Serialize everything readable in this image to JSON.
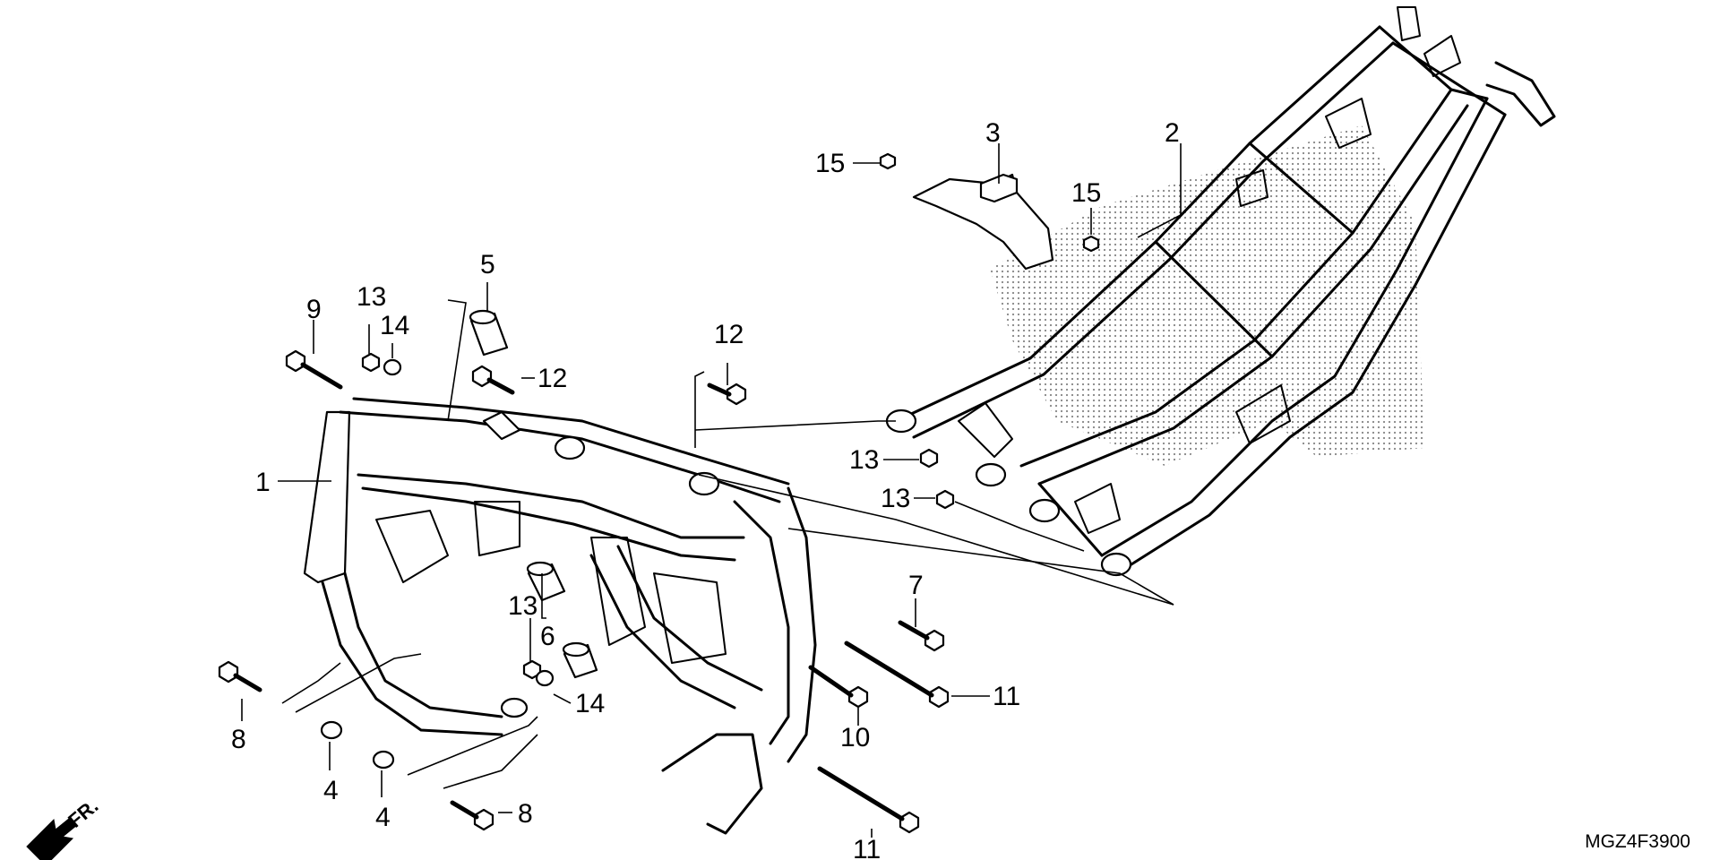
{
  "diagram": {
    "callouts": {
      "c1": "1",
      "c2": "2",
      "c3": "3",
      "c4a": "4",
      "c4b": "4",
      "c5": "5",
      "c6": "6",
      "c7": "7",
      "c8a": "8",
      "c8b": "8",
      "c9": "9",
      "c10": "10",
      "c11a": "11",
      "c11b": "11",
      "c12a": "12",
      "c12b": "12",
      "c13a": "13",
      "c13b": "13",
      "c13c": "13",
      "c13d": "13",
      "c14a": "14",
      "c14b": "14",
      "c15a": "15",
      "c15b": "15"
    },
    "front_label": "FR.",
    "diagram_code": "MGZ4F3900"
  }
}
